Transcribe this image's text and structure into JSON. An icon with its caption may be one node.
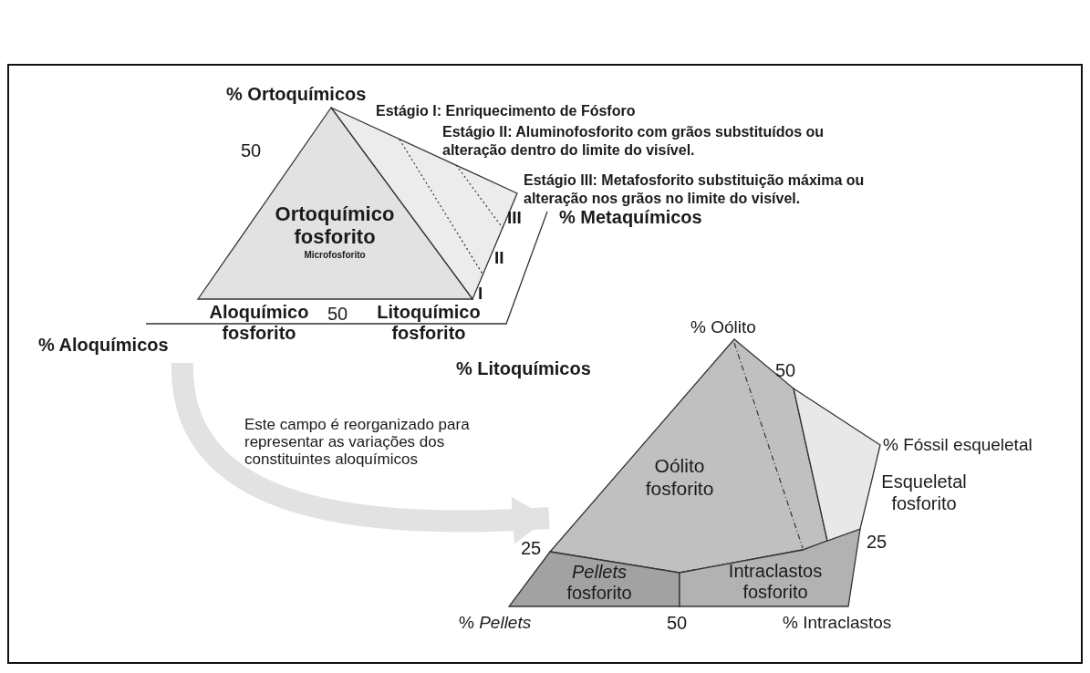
{
  "diagram": {
    "nodes": [
      {
        "text": [
          "Ortoquímico fosforito",
          "Microfosforito"
        ]
      },
      {
        "text": [
          "Oólito fosforito"
        ]
      },
      {
        "text": [
          "*Pellets* fosforito"
        ]
      },
      {
        "text": [
          "Intraclastos fosforito"
        ]
      },
      {
        "text": [
          "Esqueletal fosforito"
        ]
      }
    ],
    "edges": [
      {
        "from": null,
        "to": 1,
        "arrow": "to"
      }
    ],
    "labels": [
      "% Ortoquímicos",
      "Estágio I: Enriquecimento de Fósforo",
      "Estágio II: Aluminofosforito com grãos substituídos ou alteração dentro do limite do visível.",
      "Estágio III: Metafosforito substituição máxima ou alteração nos grãos no limite do visível.",
      "50",
      "III",
      "% Metaquímicos",
      "II",
      "I",
      "Aloquímico fosforito",
      "50",
      "Litoquímico fosforito",
      "% Aloquímicos",
      "% Oólito",
      "% Litoquímicos",
      "50",
      "Este campo é reorganizado para representar as variações dos constituintes aloquímicos",
      "% Fóssil esqueletal",
      "25",
      "25",
      "% *Pellets*",
      "50",
      "% Intraclastos"
    ]
  }
}
